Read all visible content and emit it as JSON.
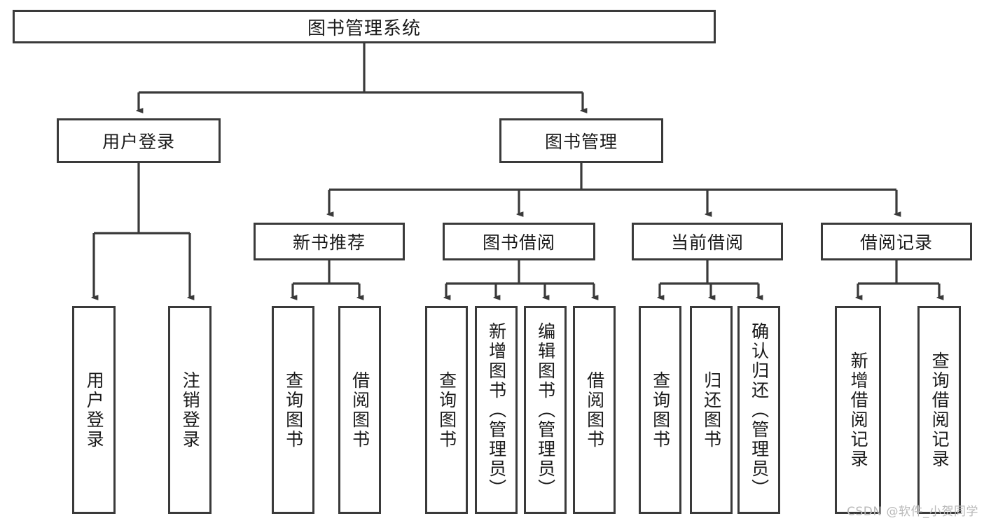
{
  "diagram": {
    "title": "图书管理系统",
    "type": "hierarchy-tree",
    "watermark": "CSDN @软件_小贺同学",
    "colors": {
      "stroke": "#3a3a3a",
      "fill": "#ffffff",
      "text": "#1a1a1a",
      "watermark": "#b9b9b9"
    },
    "nodes": {
      "root": {
        "label": "图书管理系统",
        "level": 1
      },
      "l2": [
        {
          "id": "user-login",
          "label": "用户登录",
          "level": 2
        },
        {
          "id": "book-manage",
          "label": "图书管理",
          "level": 2
        }
      ],
      "l3": [
        {
          "id": "new-book-rec",
          "label": "新书推荐",
          "level": 3
        },
        {
          "id": "book-borrow",
          "label": "图书借阅",
          "level": 3
        },
        {
          "id": "current-borrow",
          "label": "当前借阅",
          "level": 3
        },
        {
          "id": "borrow-record",
          "label": "借阅记录",
          "level": 3
        }
      ],
      "leaves": [
        {
          "id": "leaf-user-login",
          "label": "用户登录",
          "parent": "user-login"
        },
        {
          "id": "leaf-user-logout",
          "label": "注销登录",
          "parent": "user-login"
        },
        {
          "id": "leaf-query-book-1",
          "label": "查询图书",
          "parent": "new-book-rec"
        },
        {
          "id": "leaf-borrow-book-1",
          "label": "借阅图书",
          "parent": "new-book-rec"
        },
        {
          "id": "leaf-query-book-2",
          "label": "查询图书",
          "parent": "book-borrow"
        },
        {
          "id": "leaf-add-book",
          "label": "新增图书（管理员）",
          "parent": "book-borrow"
        },
        {
          "id": "leaf-edit-book",
          "label": "编辑图书（管理员）",
          "parent": "book-borrow"
        },
        {
          "id": "leaf-borrow-book-2",
          "label": "借阅图书",
          "parent": "book-borrow"
        },
        {
          "id": "leaf-query-book-3",
          "label": "查询图书",
          "parent": "current-borrow"
        },
        {
          "id": "leaf-return-book",
          "label": "归还图书",
          "parent": "current-borrow"
        },
        {
          "id": "leaf-confirm-return",
          "label": "确认归还（管理员）",
          "parent": "current-borrow"
        },
        {
          "id": "leaf-add-record",
          "label": "新增借阅记录",
          "parent": "borrow-record"
        },
        {
          "id": "leaf-query-record",
          "label": "查询借阅记录",
          "parent": "borrow-record"
        }
      ]
    }
  }
}
